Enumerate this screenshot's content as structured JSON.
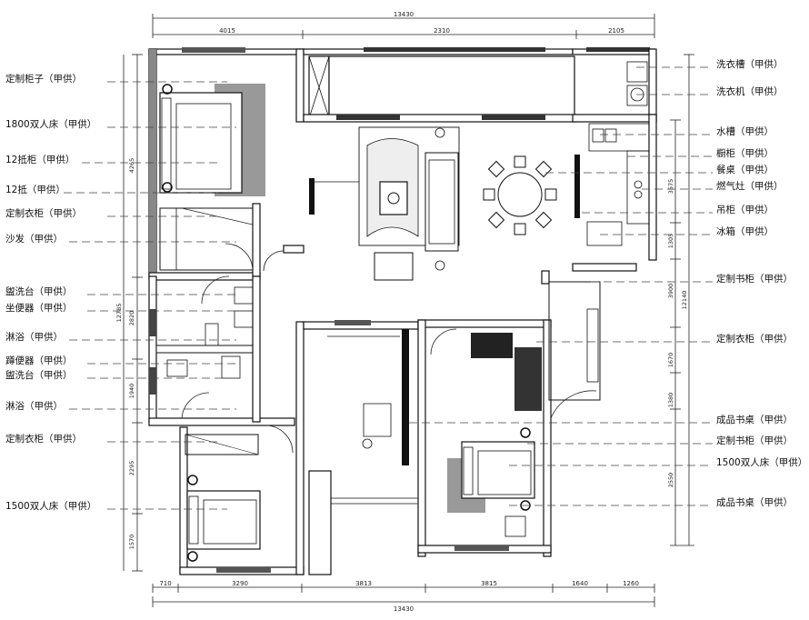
{
  "dimensions": {
    "top_total": "13430",
    "top_segments": [
      "4015",
      "2310",
      "2105"
    ],
    "bottom_total": "13430",
    "bottom_segments": [
      "710",
      "3290",
      "3813",
      "3815",
      "1640",
      "1260"
    ],
    "left_total": "12785",
    "left_segments": [
      "4265",
      "2820",
      "1940",
      "2295",
      "1570"
    ],
    "right_total": "12140",
    "right_segments": [
      "3575",
      "1305",
      "3900",
      "1670",
      "1380",
      "2550"
    ]
  },
  "left_labels": [
    "定制柜子（甲供）",
    "1800双人床（甲供）",
    "12抵柜（甲供）",
    "12抵（甲供）",
    "定制衣柜（甲供）",
    "沙发（甲供）",
    "盥洗台（甲供）",
    "坐便器（甲供）",
    "淋浴（甲供）",
    "蹲便器（甲供）",
    "盥洗台（甲供）",
    "淋浴（甲供）",
    "定制衣柜（甲供）",
    "1500双人床（甲供）"
  ],
  "right_labels": [
    "洗衣槽（甲供）",
    "洗衣机（甲供）",
    "水槽（甲供）",
    "橱柜（甲供）",
    "餐桌（甲供）",
    "燃气灶（甲供）",
    "吊柜（甲供）",
    "冰箱（甲供）",
    "定制书柜（甲供）",
    "定制衣柜（甲供）",
    "成品书桌（甲供）",
    "定制书柜（甲供）",
    "1500双人床（甲供）",
    "成品书桌（甲供）"
  ]
}
